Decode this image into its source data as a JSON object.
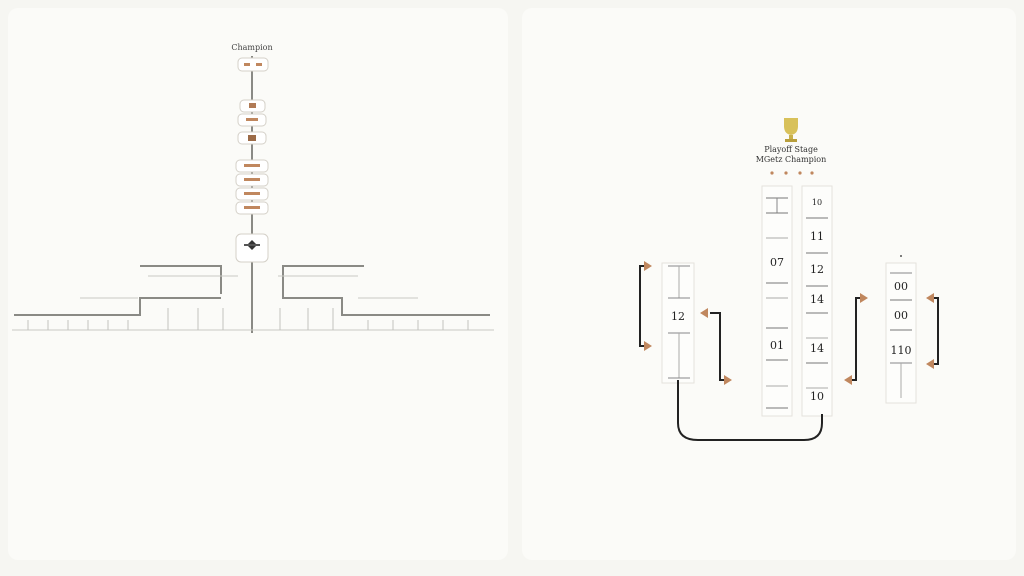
{
  "left_bracket": {
    "title": "Champion"
  },
  "right_bracket": {
    "heading_line1": "Playoff Stage",
    "heading_line2": "MGetz Champion",
    "center_col_a": [
      "07",
      "01"
    ],
    "center_col_b": [
      "10",
      "11",
      "12",
      "14",
      "14",
      "10"
    ],
    "left_group_score": "12",
    "right_group": [
      "00",
      "00",
      "110"
    ]
  },
  "colors": {
    "accent": "#c0875e",
    "line": "#8a8a85",
    "connector": "#222222",
    "trophy": "#d8c15a"
  }
}
